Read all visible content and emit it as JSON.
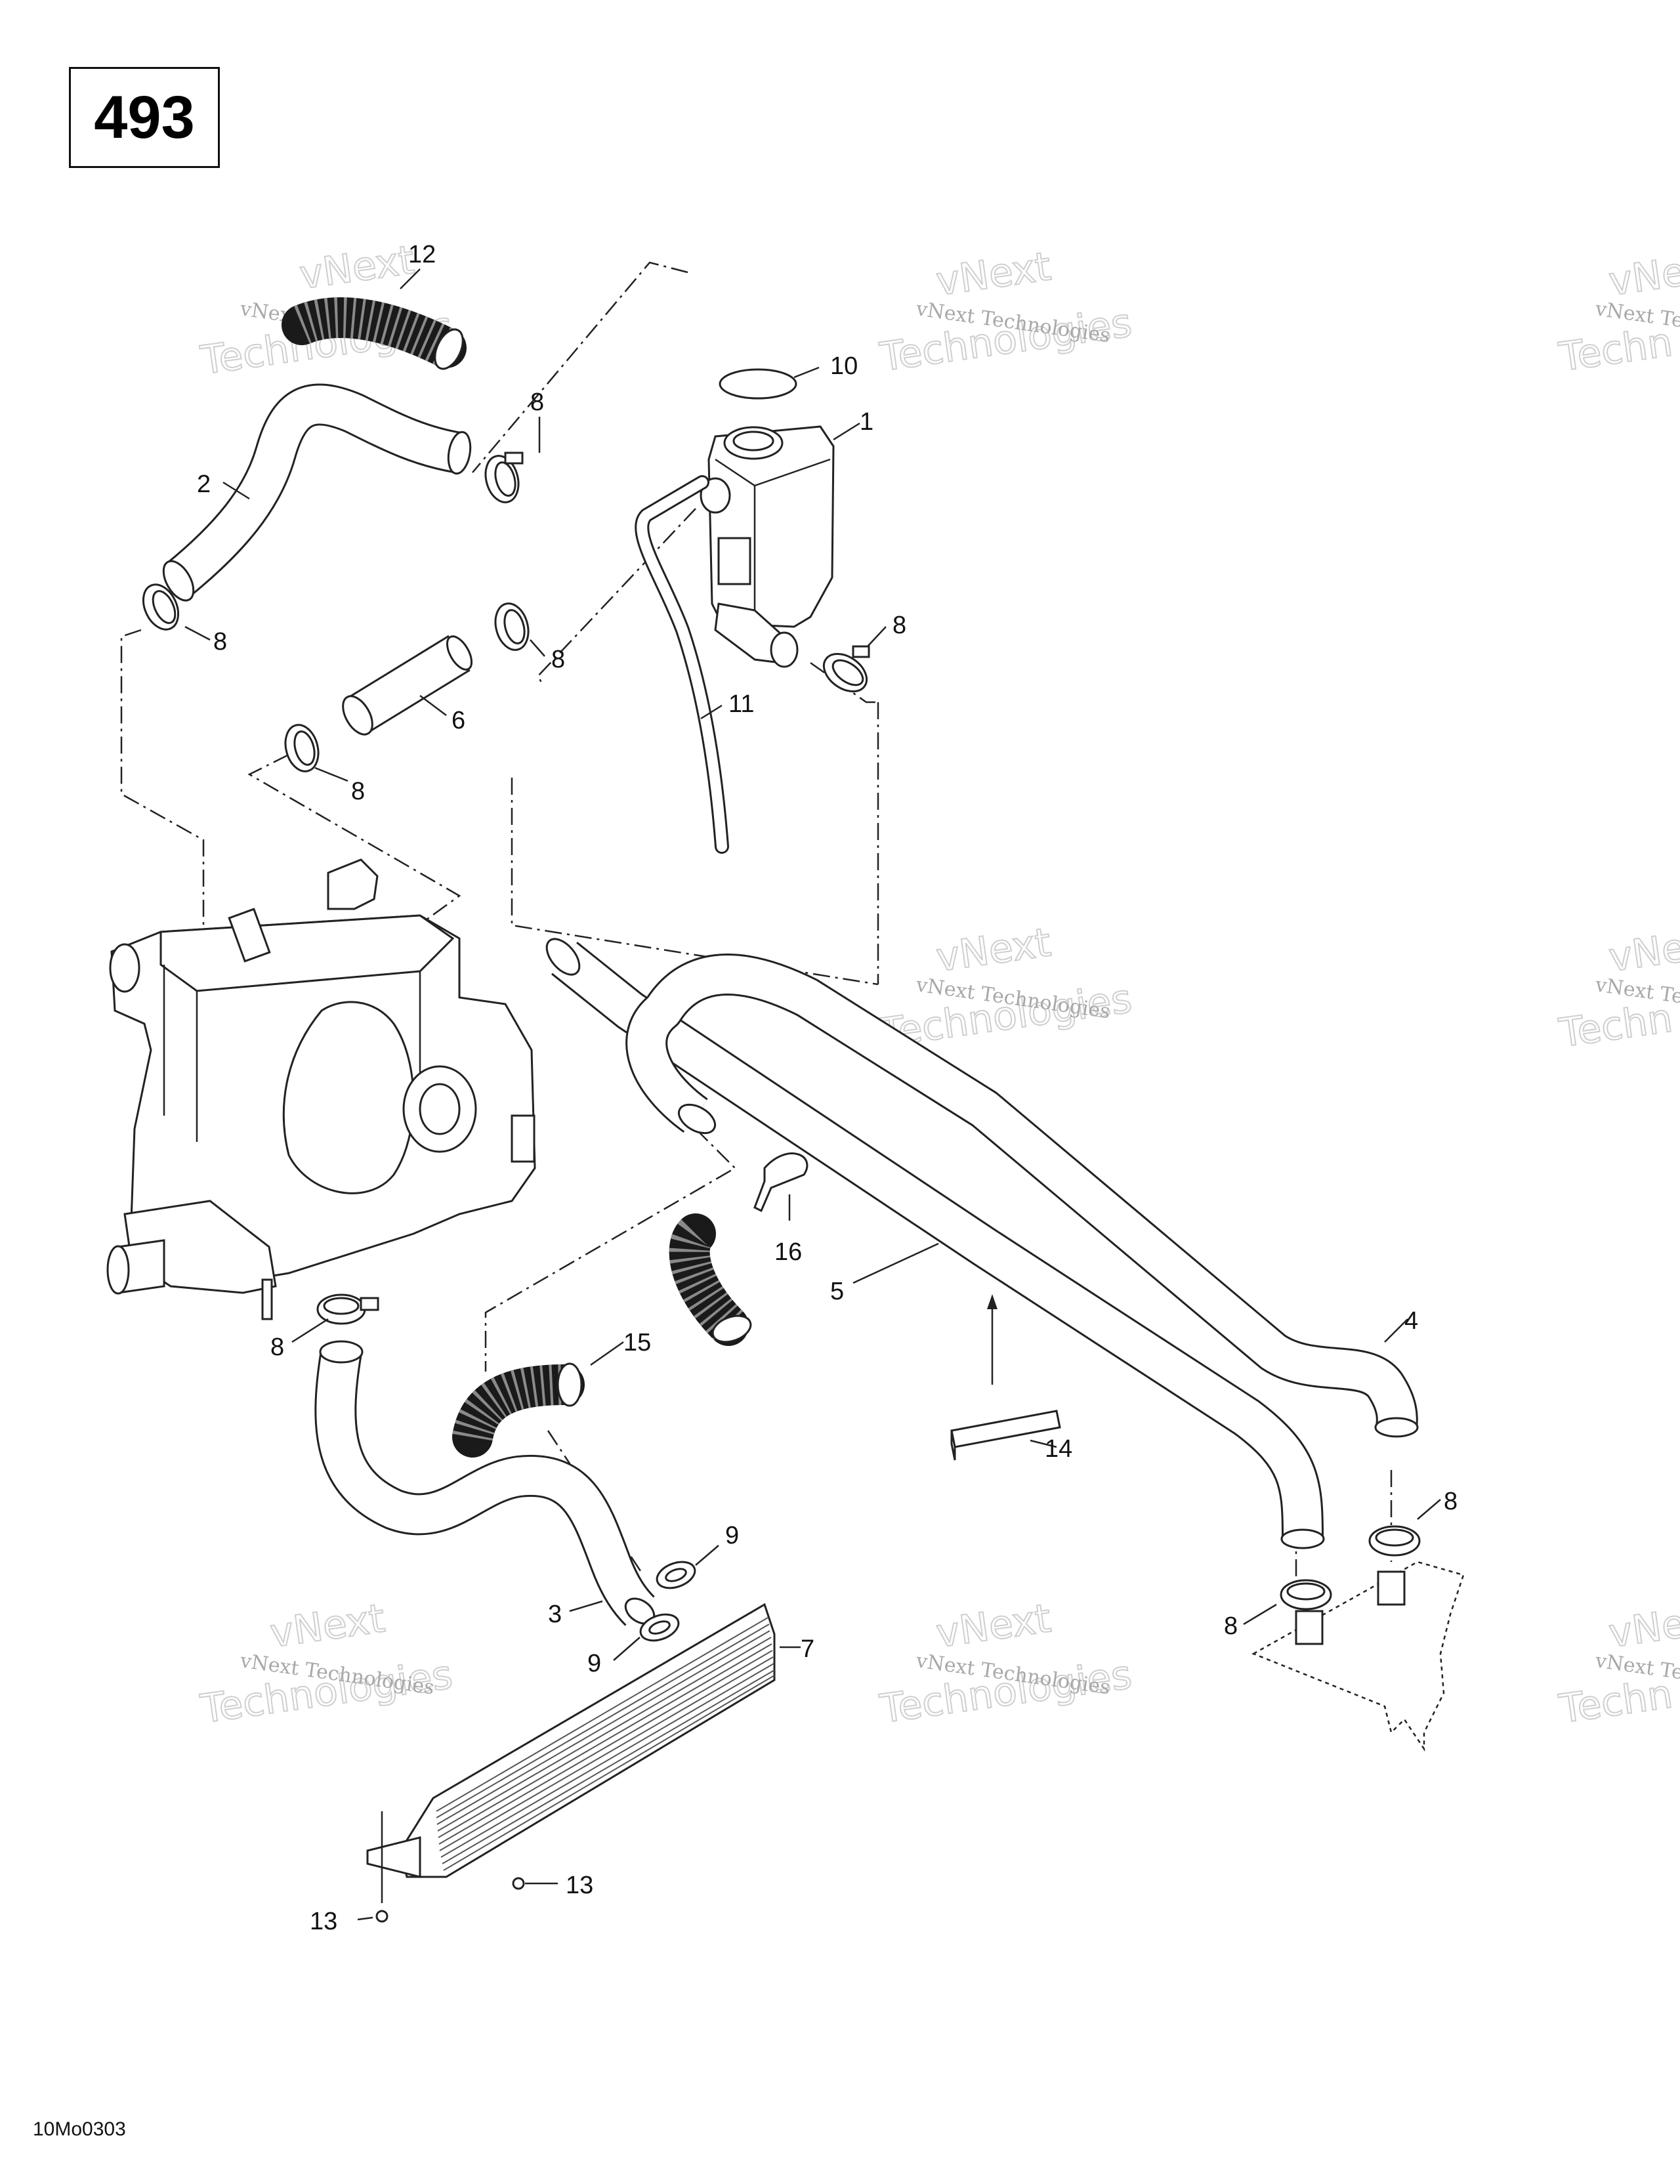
{
  "page_number": "493",
  "drawing_code": "10Mo0303",
  "watermark": {
    "line1": "vNext Technologies",
    "line2": "vNext",
    "line3": "Technologies",
    "edge_line1": "vNext Te",
    "edge_line2": "vNe",
    "edge_line3": "Techn"
  },
  "callouts": {
    "c1": "1",
    "c2": "2",
    "c3": "3",
    "c4": "4",
    "c5": "5",
    "c6": "6",
    "c7": "7",
    "c8": "8",
    "c9": "9",
    "c10": "10",
    "c11": "11",
    "c12": "12",
    "c13": "13",
    "c14": "14",
    "c15": "15",
    "c16": "16"
  }
}
